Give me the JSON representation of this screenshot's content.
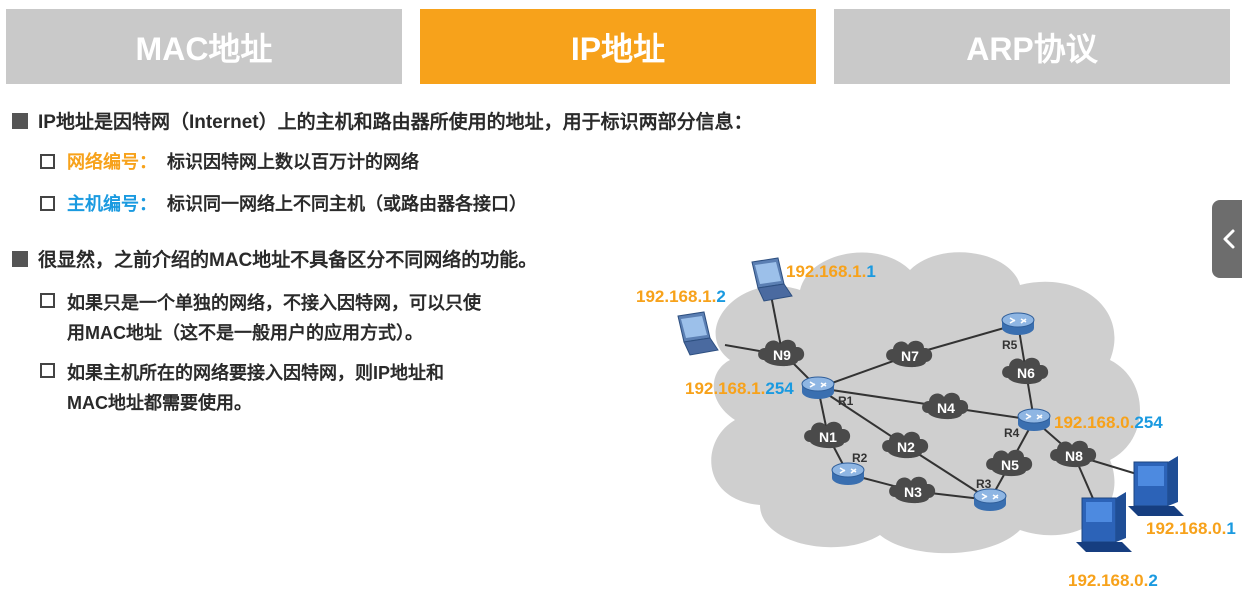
{
  "tabs": [
    {
      "label": "MAC地址",
      "active": false
    },
    {
      "label": "IP地址",
      "active": true
    },
    {
      "label": "ARP协议",
      "active": false
    }
  ],
  "bullets": {
    "main1": "IP地址是因特网（Internet）上的主机和路由器所使用的地址，用于标识两部分信息：",
    "sub1_key": "网络编号：",
    "sub1_text": "标识因特网上数以百万计的网络",
    "sub2_key": "主机编号：",
    "sub2_text": "标识同一网络上不同主机（或路由器各接口）",
    "main2": "很显然，之前介绍的MAC地址不具备区分不同网络的功能。",
    "sub3_line1": "如果只是一个单独的网络，不接入因特网，可以只使",
    "sub3_line2": "用MAC地址（这不是一般用户的应用方式）。",
    "sub4_line1": "如果主机所在的网络要接入因特网，则IP地址和",
    "sub4_line2": "MAC地址都需要使用。"
  },
  "diagram": {
    "networks": {
      "n1": "N1",
      "n2": "N2",
      "n3": "N3",
      "n4": "N4",
      "n5": "N5",
      "n6": "N6",
      "n7": "N7",
      "n8": "N8",
      "n9": "N9"
    },
    "routers": {
      "r1": "R1",
      "r2": "R2",
      "r3": "R3",
      "r4": "R4",
      "r5": "R5"
    },
    "addresses": {
      "host_1_1": {
        "net": "192.168.1.",
        "host": "1"
      },
      "host_1_2": {
        "net": "192.168.1.",
        "host": "2"
      },
      "r1_if": {
        "net": "192.168.1.",
        "host": "254"
      },
      "r4_if": {
        "net": "192.168.0.",
        "host": "254"
      },
      "host_0_1": {
        "net": "192.168.0.",
        "host": "1"
      },
      "host_0_2": {
        "net": "192.168.0.",
        "host": "2"
      }
    }
  },
  "colors": {
    "network_part": "#f7a21b",
    "host_part": "#1a9ae0",
    "active_tab": "#f7a21b",
    "inactive_tab": "#c9c9c9"
  },
  "icons": {
    "side_tab": "chevron-left-icon"
  }
}
